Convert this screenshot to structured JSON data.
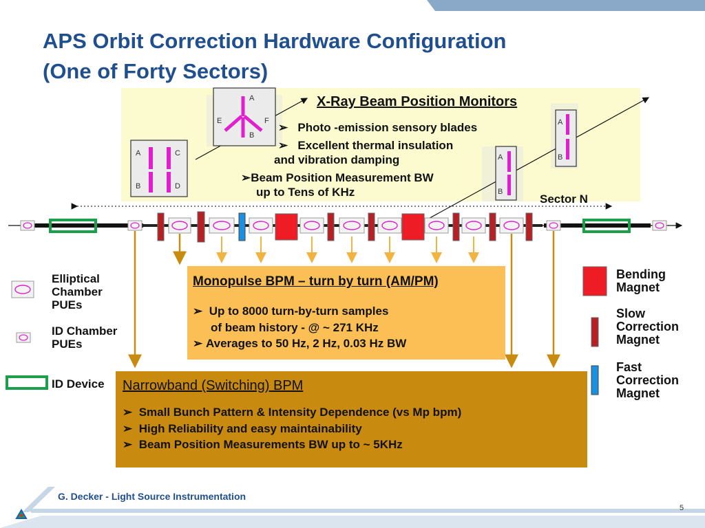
{
  "title": {
    "line1": "APS Orbit Correction Hardware Configuration",
    "line2": "(One of Forty Sectors)"
  },
  "xray": {
    "heading": "X-Ray Beam Position Monitors",
    "bullet1": "Photo -emission sensory blades",
    "bullet2": "Excellent thermal insulation",
    "bullet2_cont": "and vibration damping",
    "bullet3": "Beam Position Measurement BW",
    "bullet3_cont": "up to Tens of KHz",
    "sector": "Sector N"
  },
  "blade_labels": {
    "left": [
      "A",
      "C",
      "B",
      "D"
    ],
    "middle": [
      "A",
      "E",
      "F",
      "B"
    ],
    "small1": [
      "A",
      "B"
    ],
    "small2": [
      "A",
      "B"
    ]
  },
  "monopulse": {
    "heading": "Monopulse BPM – turn by turn  (AM/PM)",
    "bullet1": "Up to 8000 turn-by-turn samples",
    "bullet1_cont": "of beam history - @ ~ 271 KHz",
    "bullet2": "Averages to 50 Hz, 2 Hz, 0.03 Hz BW"
  },
  "narrowband": {
    "heading": "Narrowband (Switching) BPM",
    "bullet1": "Small Bunch Pattern & Intensity Dependence (vs Mp bpm)",
    "bullet2": "High Reliability and easy maintainability",
    "bullet3": "Beam Position Measurements BW up to ~ 5KHz"
  },
  "legend_left": {
    "elliptical": [
      "Elliptical",
      "Chamber",
      "PUEs"
    ],
    "idchamber": [
      "ID Chamber",
      "PUEs"
    ],
    "iddevice": "ID Device"
  },
  "legend_right": {
    "bending": [
      "Bending",
      "Magnet"
    ],
    "slow": [
      "Slow",
      "Correction",
      "Magnet"
    ],
    "fast": [
      "Fast",
      "Correction",
      "Magnet"
    ]
  },
  "footer": "G. Decker - Light Source Instrumentation",
  "page_number": "5",
  "colors": {
    "title": "#1f4f8f",
    "bending": "#ee1c24",
    "slow": "#b52025",
    "fast": "#1b8fe0",
    "id_device": "#1aa04a",
    "monopulse_box": "#fbbf56",
    "narrowband_box": "#c98a10",
    "blade": "#e020d0"
  }
}
